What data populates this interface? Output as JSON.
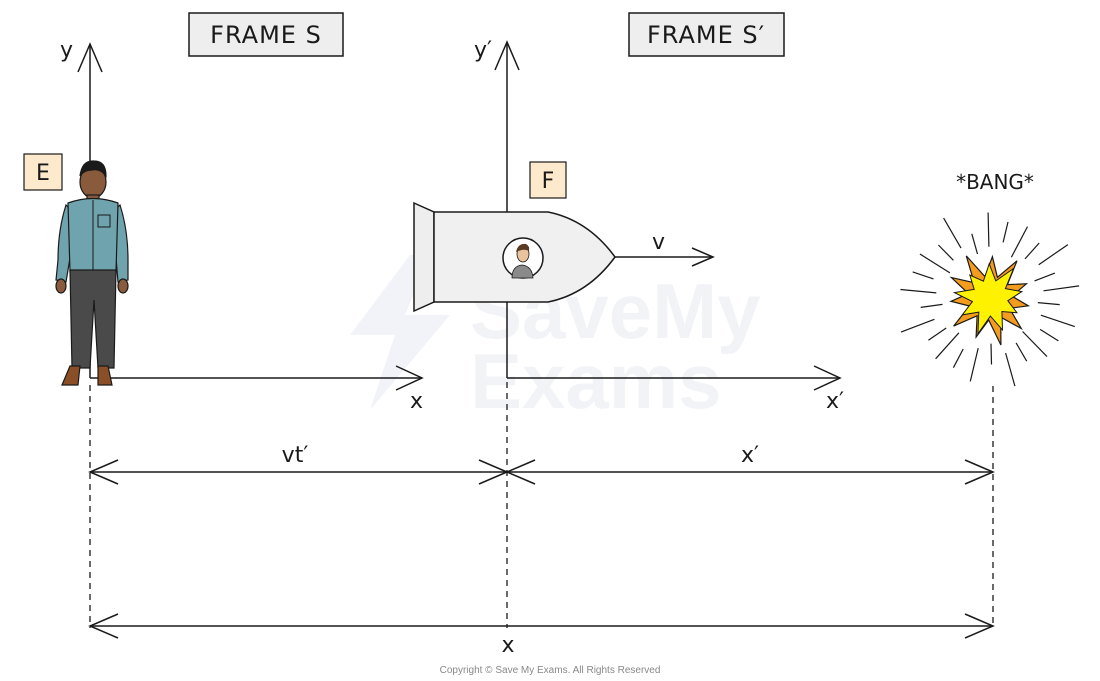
{
  "frames": {
    "s_label": "FRAME S",
    "s_prime_label": "FRAME S′"
  },
  "axes": {
    "s_y": "y",
    "s_x": "x",
    "s_prime_y": "y′",
    "s_prime_x": "x′"
  },
  "observers": {
    "e_tag": "E",
    "f_tag": "F"
  },
  "velocity_label": "v",
  "event_label": "*BANG*",
  "distances": {
    "vt_prime": "vt′",
    "x_prime": "x′",
    "x_total": "x"
  },
  "watermark": {
    "line1": "SaveMy",
    "line2": "Exams"
  },
  "copyright": "Copyright © Save My Exams. All Rights Reserved",
  "colors": {
    "label_box_fill": "#eeeeee",
    "tag_box_fill": "#fde9cc",
    "shirt": "#6fa3ad",
    "trousers": "#4a4a4a",
    "skin": "#8a5a3c",
    "rocket_body": "#f0f0f0",
    "bang_outer": "#f39c1e",
    "bang_inner": "#fff200"
  }
}
